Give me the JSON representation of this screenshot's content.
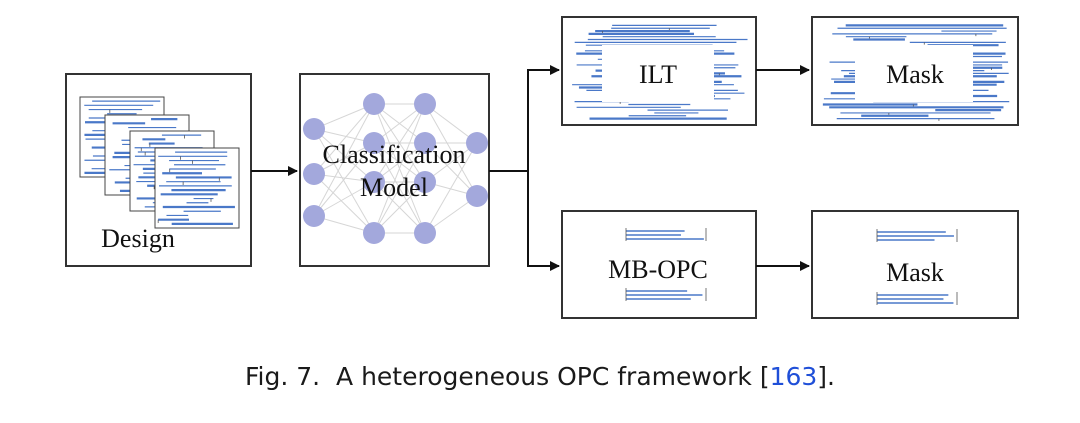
{
  "diagram": {
    "design_label": "Design",
    "classification_label_line1": "Classification",
    "classification_label_line2": "Model",
    "ilt_label": "ILT",
    "ilt_mask_label": "Mask",
    "mbopc_label": "MB-OPC",
    "mbopc_mask_label": "Mask"
  },
  "caption": {
    "prefix": "Fig. 7.",
    "text": "A heterogeneous OPC framework [",
    "ref": "163",
    "suffix": "]."
  },
  "colors": {
    "node": "#a3a8dc",
    "pattern": "#4a78c8",
    "border": "#333333",
    "ref_link": "#1f4fd8"
  }
}
